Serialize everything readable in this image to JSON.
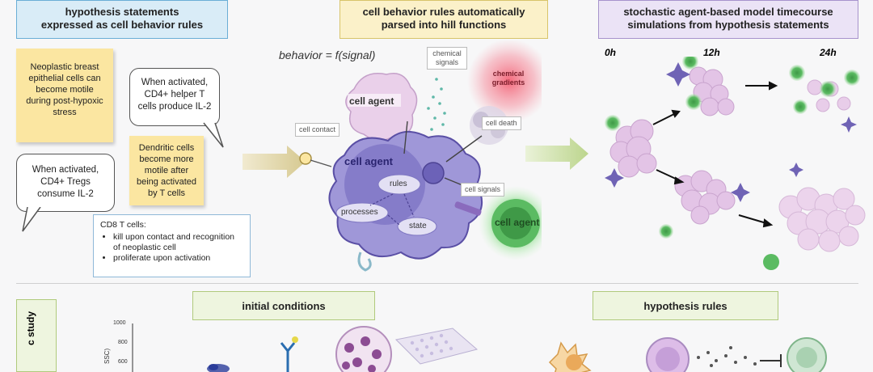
{
  "headers": {
    "left": [
      "hypothesis statements",
      "expressed as cell behavior rules"
    ],
    "middle": [
      "cell behavior rules automatically",
      "parsed into hill functions"
    ],
    "right": [
      "stochastic agent-based model timecourse",
      "simulations from hypothesis statements"
    ],
    "initial": "initial conditions",
    "hypothesis": "hypothesis rules"
  },
  "notes": {
    "breast": "Neoplastic breast epithelial cells can become motile during post-hypoxic stress",
    "cd4_helper": "When activated, CD4+ helper T cells produce IL-2",
    "dendritic": "Dendritic cells become more motile after being activated by T cells",
    "tregs": "When activated, CD4+ Tregs consume IL-2",
    "cd8_title": "CD8 T cells:",
    "cd8_items": [
      "kill upon contact and recognition of neoplastic cell",
      "proliferate upon activation"
    ]
  },
  "diagram": {
    "formula": "behavior = f(signal)",
    "cell_agent_top": "cell agent",
    "cell_agent_main": "cell agent",
    "cell_agent_right": "cell agent",
    "rules": "rules",
    "processes": "processes",
    "state": "state",
    "cell_contact": "cell contact",
    "chemical_signals": "chemical signals",
    "chemical_gradients": "chemical gradients",
    "cell_death": "cell death",
    "cell_signals": "cell signals"
  },
  "timepoints": [
    "0h",
    "12h",
    "24h"
  ],
  "side_label": "c study",
  "axis": {
    "ticks": [
      "1000",
      "800",
      "600"
    ],
    "label": "SSC)"
  },
  "colors": {
    "blue_header": "#d9ecf7",
    "yellow_header": "#fbf1c9",
    "purple_header": "#ebe3f6",
    "green_header": "#eef5df",
    "sticky": "#fbe6a1",
    "cell_purple": "#9f97d8",
    "cell_pink": "#e3c4e6",
    "cell_green": "#5bbb62"
  }
}
